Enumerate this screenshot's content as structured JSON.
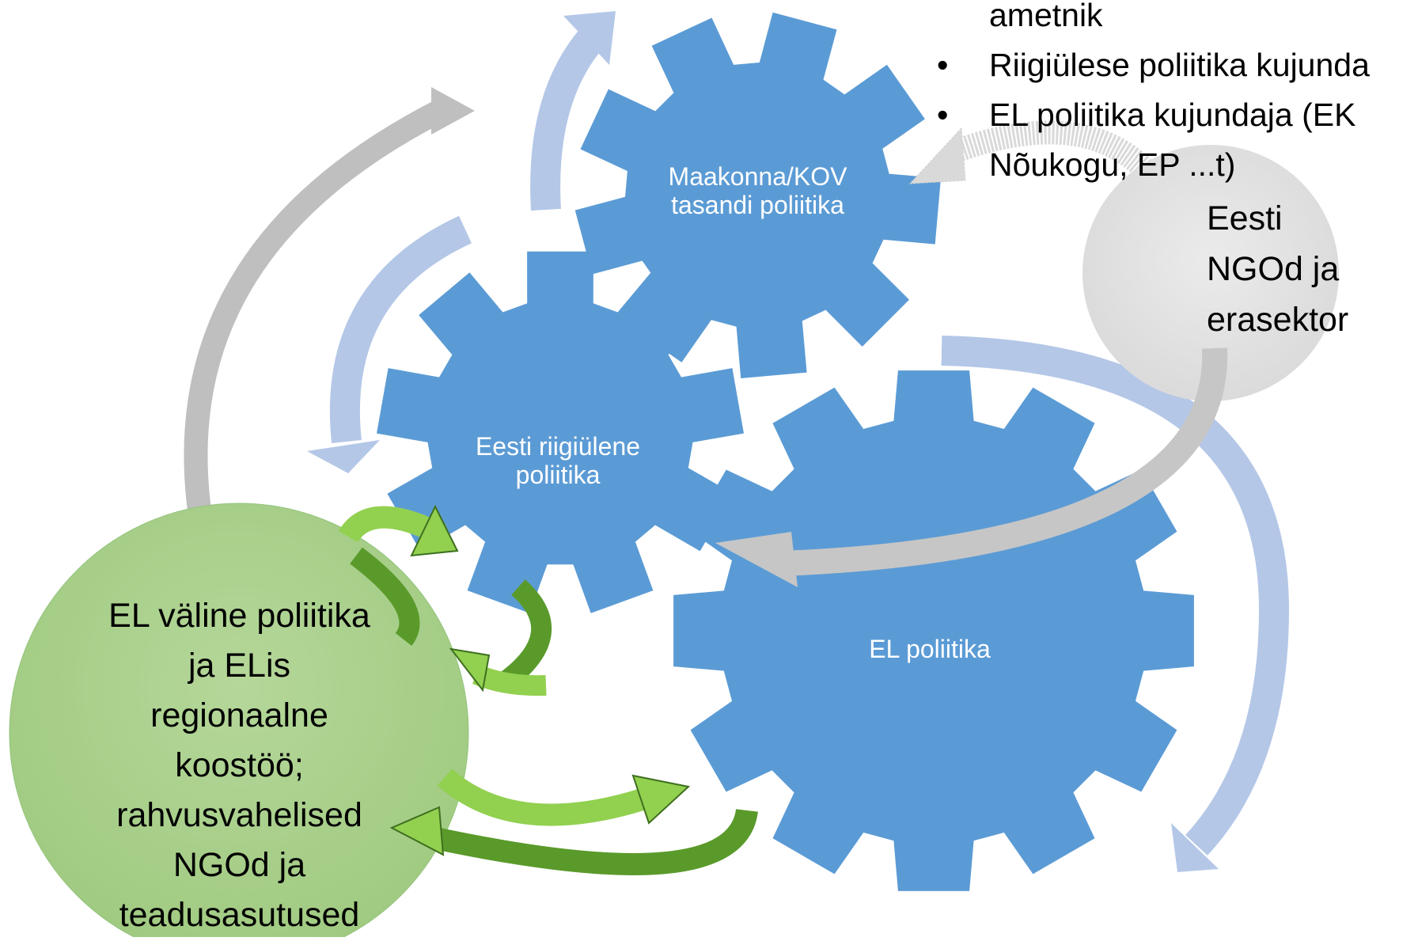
{
  "colors": {
    "gear": "#5b9bd5",
    "gear_text": "#ffffff",
    "arrow_blue": "#b4c7e7",
    "arrow_gray": "#bfbfbf",
    "arrow_green_light": "#92d050",
    "arrow_green_dark": "#5a9a2a",
    "circle_gray": "#e3e3e3",
    "circle_green": "#a9d18e"
  },
  "gears": {
    "county": "Maakonna/KOV tasandi poliitika",
    "national": "Eesti riigiülene poliitika",
    "eu": "EL poliitika"
  },
  "bullets": {
    "line0": "ametnik",
    "line1": "Riigiülese poliitika kujunda",
    "line2": "EL poliitika kujundaja (EK",
    "line3": "Nõukogu, EP ...t)"
  },
  "circles": {
    "ngo_line1": "Eesti",
    "ngo_line2": "NGOd ja",
    "ngo_line3": "erasektor",
    "ext_line1": "EL väline poliitika",
    "ext_line2": "ja ELis",
    "ext_line3": "regionaalne",
    "ext_line4": "koostöö;",
    "ext_line5": "rahvusvahelised",
    "ext_line6": "NGOd ja",
    "ext_line7": "teadusasutused"
  }
}
